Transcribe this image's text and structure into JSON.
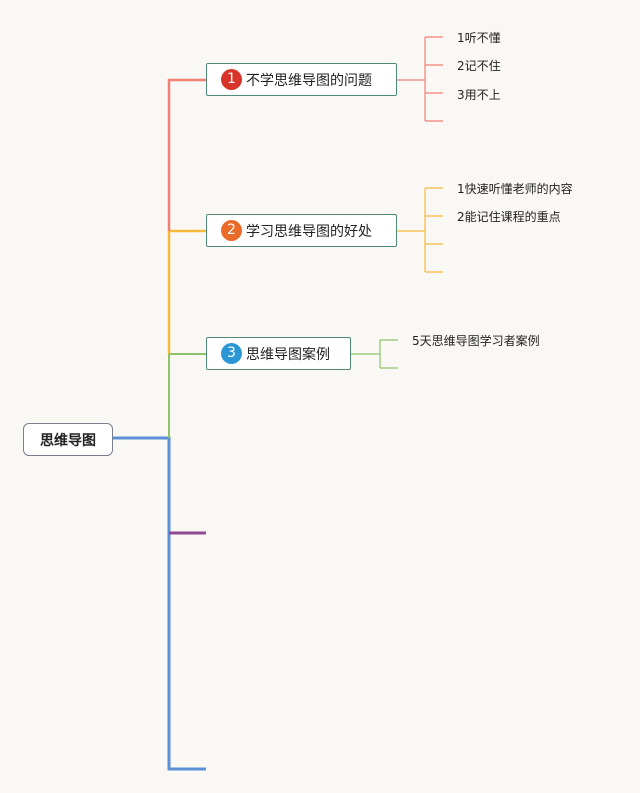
{
  "root": {
    "label": "思维导图"
  },
  "branches": [
    {
      "number": "1",
      "label": "不学思维导图的问题",
      "color": "#f07f74",
      "badge_color": "#d9342a",
      "leaves": [
        "1听不懂",
        "2记不住",
        "3用不上",
        ""
      ]
    },
    {
      "number": "2",
      "label": "学习思维导图的好处",
      "color": "#f7b93a",
      "badge_color": "#ea6a2a",
      "leaves": [
        "1快速听懂老师的内容",
        "2能记住课程的重点",
        "",
        ""
      ]
    },
    {
      "number": "3",
      "label": "思维导图案例",
      "color": "#8dc46a",
      "badge_color": "#2a96d6",
      "leaves": [
        "5天思维导图学习者案例",
        ""
      ]
    }
  ],
  "colors": {
    "trunk": "#5b8fd6",
    "stub": "#8e4a92",
    "branch_border": "#4f8a78"
  }
}
